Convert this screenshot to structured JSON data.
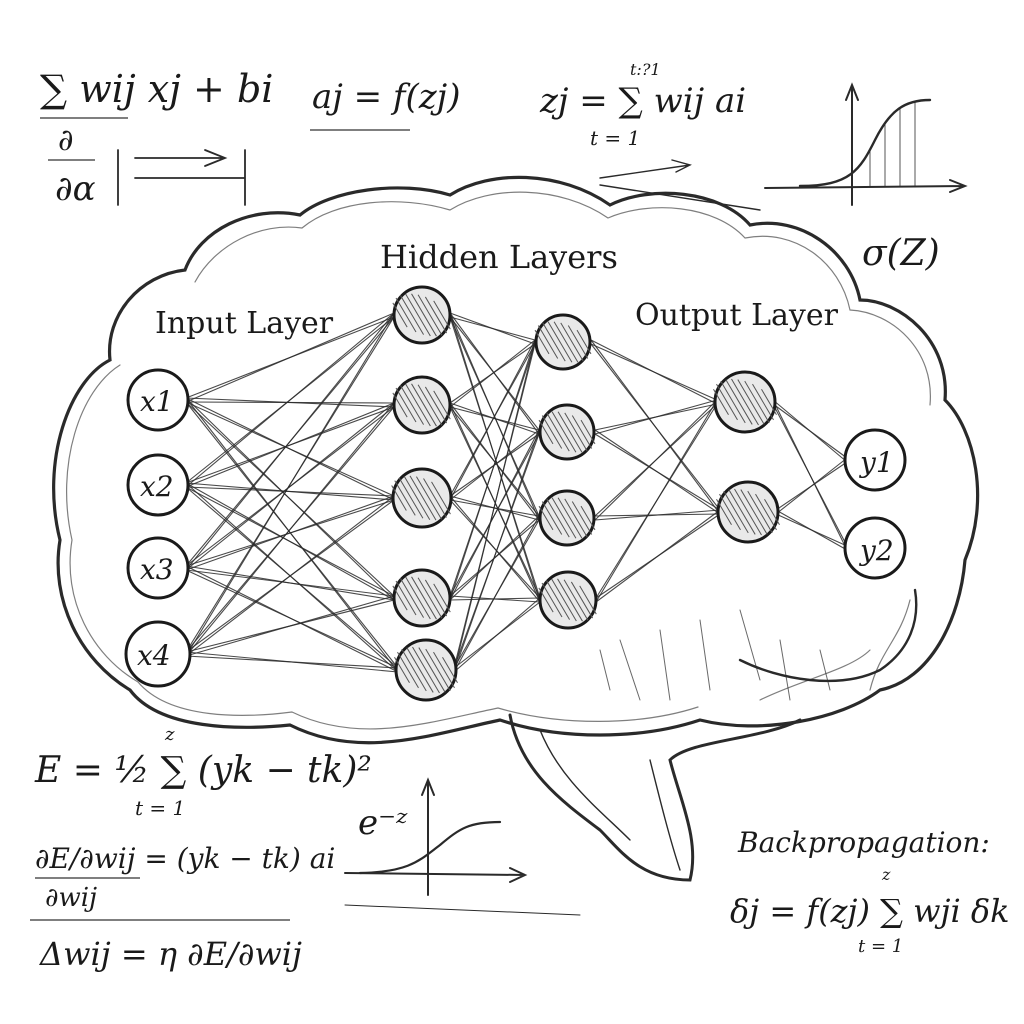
{
  "layer_labels": {
    "input": "Input Layer",
    "hidden": "Hidden Layers",
    "output": "Output Layer"
  },
  "nodes": {
    "inputs": [
      "x1",
      "x2",
      "x3",
      "x4"
    ],
    "outputs": [
      "y1",
      "y2"
    ]
  },
  "formulas": {
    "weighted_sum": "∑ wij xj + bi",
    "partial": "∂ / ∂α",
    "activation": "aj = f(zj)",
    "z_sum": "zj = ∑ wij ai",
    "z_sum_lower": "t = 1",
    "z_sum_upper": "t:?1",
    "sigma": "σ(Z)",
    "error": "E = ½ ∑ (yk − tk)²",
    "error_lower": "t = 1",
    "error_upper": "z",
    "exp": "e⁻ᶻ",
    "gradient_top": "∂E/∂wij = (yk − tk) ai",
    "gradient_bottom": "∂wij",
    "update": "Δwij = η ∂E/∂wij",
    "backprop_title": "Backpropagation:",
    "delta": "δj = f(zj) ∑ wji δk",
    "delta_lower": "t = 1",
    "delta_upper": "z"
  }
}
